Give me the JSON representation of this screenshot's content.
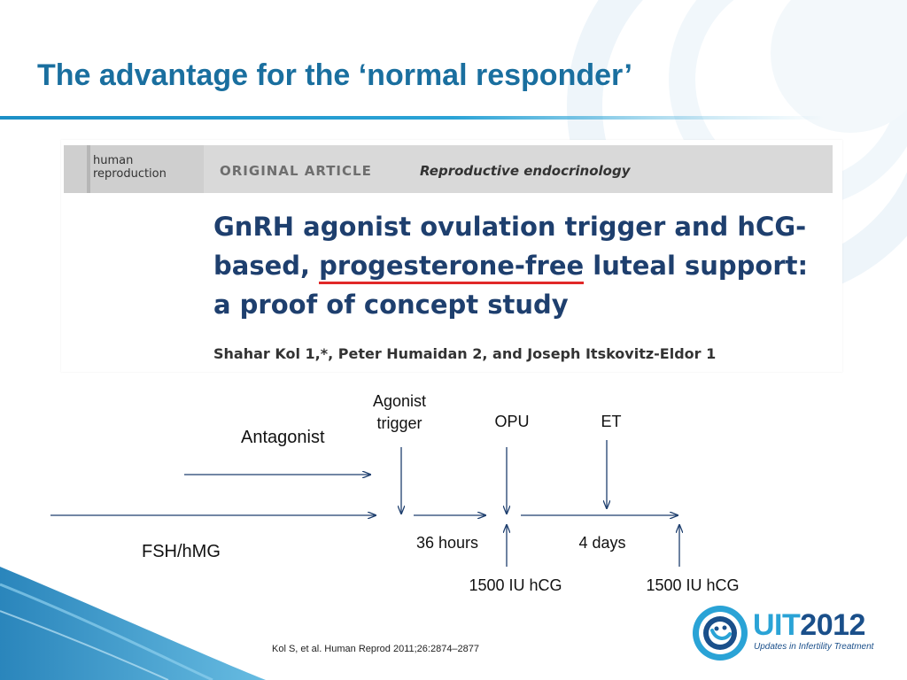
{
  "slide": {
    "title": "The advantage for the ‘normal responder’"
  },
  "article": {
    "journal_logo": "human\nreproduction",
    "article_type": "ORIGINAL ARTICLE",
    "section": "Reproductive endocrinology",
    "heading_part1": "GnRH agonist ovulation trigger and hCG-based, ",
    "heading_highlight": "progesterone-free",
    "heading_part2": " luteal support: a proof of concept study",
    "authors": "Shahar Kol 1,*, Peter Humaidan 2, and Joseph Itskovitz-Eldor 1"
  },
  "timeline": {
    "agonist_trigger": "Agonist\ntrigger",
    "opu": "OPU",
    "et": "ET",
    "antagonist": "Antagonist",
    "fsh_hmg": "FSH/hMG",
    "interval_1": "36 hours",
    "interval_2": "4 days",
    "hcg_1": "1500 IU hCG",
    "hcg_2": "1500 IU hCG"
  },
  "citation": "Kol S, et al. Human Reprod 2011;26:2874–2877",
  "logo": {
    "word_part1": "UIT",
    "word_part2": "2012",
    "tagline": "Updates in Infertility Treatment"
  },
  "colors": {
    "title": "#1a6f9f",
    "arrows": "#1e3f6e",
    "highlight": "#e12828",
    "accent": "#2aa3d6"
  }
}
